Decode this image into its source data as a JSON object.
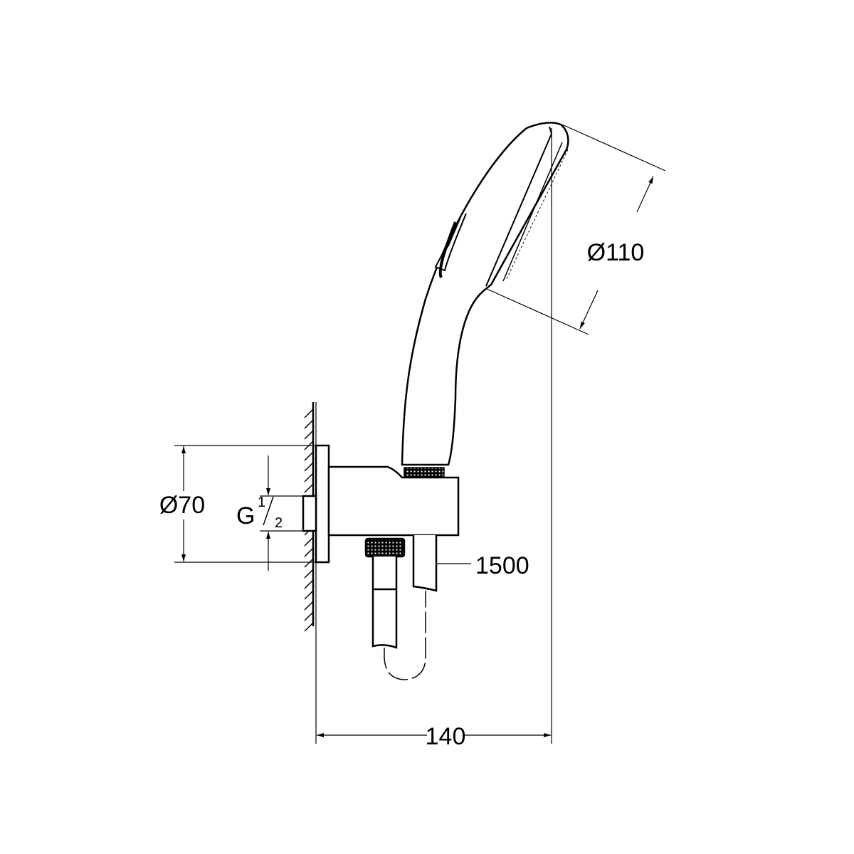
{
  "drawing": {
    "dimensions": {
      "head_diameter": "Ø110",
      "flange_diameter": "Ø70",
      "thread_letter": "G",
      "thread_num": "1",
      "thread_den": "2",
      "hose_length": "1500",
      "projection": "140"
    },
    "colors": {
      "line": "#000000",
      "background": "#ffffff"
    }
  }
}
